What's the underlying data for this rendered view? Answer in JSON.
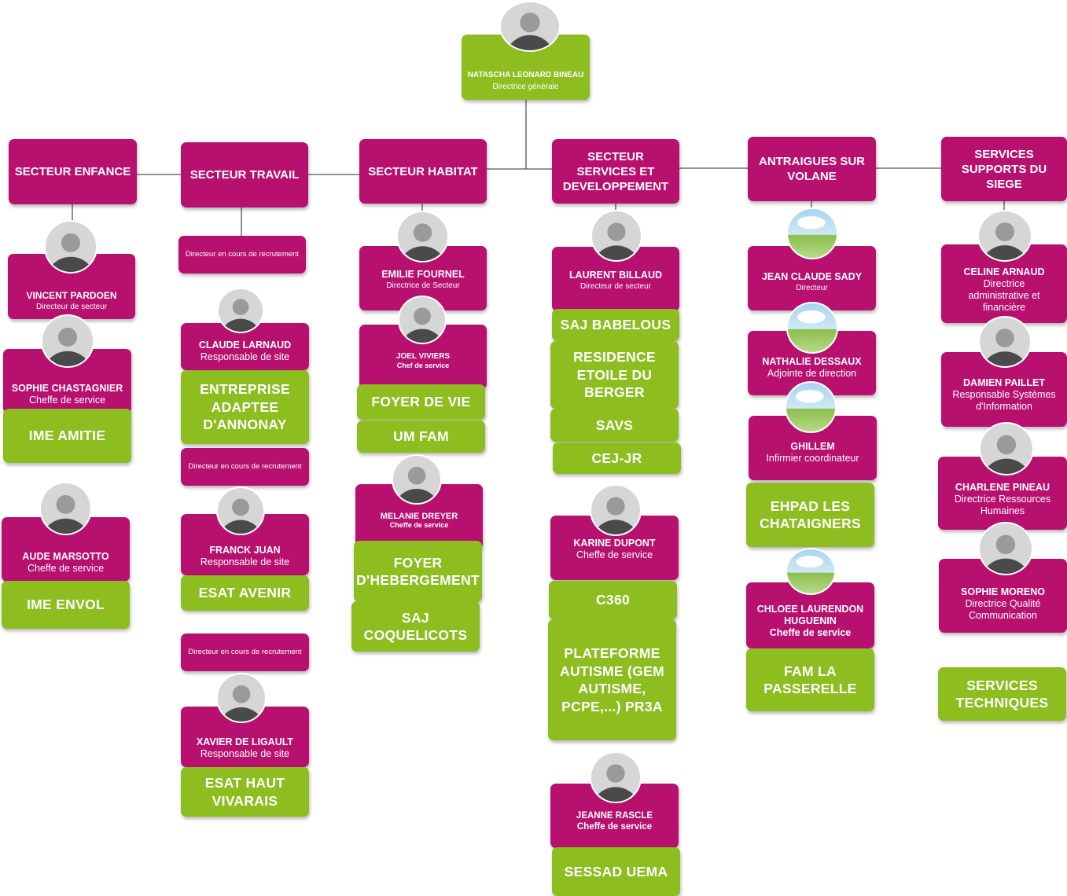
{
  "director": {
    "name": "NATASCHA LEONARD BINEAU",
    "role": "Directrice générale"
  },
  "sectors": {
    "enfance": "SECTEUR ENFANCE",
    "travail": "SECTEUR TRAVAIL",
    "habitat": "SECTEUR HABITAT",
    "services": "SECTEUR SERVICES ET DEVELOPPEMENT",
    "antraigues": "ANTRAIGUES SUR VOLANE",
    "supports": "SERVICES SUPPORTS DU SIEGE"
  },
  "enfance": {
    "p1": {
      "name": "VINCENT PARDOEN",
      "role": "Directeur de secteur"
    },
    "p2": {
      "name": "SOPHIE CHASTAGNIER",
      "role": "Cheffe de service"
    },
    "s1": "IME AMITIE",
    "p3": {
      "name": "AUDE MARSOTTO",
      "role": "Cheffe de service"
    },
    "s2": "IME ENVOL"
  },
  "travail": {
    "rec1": "Directeur en cours de recrutement",
    "p1": {
      "name": "CLAUDE LARNAUD",
      "role": "Responsable de site"
    },
    "s1": "ENTREPRISE ADAPTEE D'ANNONAY",
    "rec2": "Directeur en cours de recrutement",
    "p2": {
      "name": "FRANCK JUAN",
      "role": "Responsable de site"
    },
    "s2": "ESAT AVENIR",
    "rec3": "Directeur en cours de recrutement",
    "p3": {
      "name": "XAVIER DE LIGAULT",
      "role": "Responsable de site"
    },
    "s3": "ESAT HAUT VIVARAIS"
  },
  "habitat": {
    "p1": {
      "name": "EMILIE FOURNEL",
      "role": "Directrice de Secteur"
    },
    "p2": {
      "name": "JOEL VIVIERS",
      "role": "Chef de service"
    },
    "s1": "FOYER DE VIE",
    "s2": "UM FAM",
    "p3": {
      "name": "MELANIE DREYER",
      "role": "Cheffe de service"
    },
    "s3": "FOYER D'HEBERGEMENT",
    "s4": "SAJ COQUELICOTS"
  },
  "services": {
    "p1": {
      "name": "LAURENT BILLAUD",
      "role": "Directeur de secteur"
    },
    "s1": "SAJ BABELOUS",
    "s2": "RESIDENCE ETOILE DU BERGER",
    "s3": "SAVS",
    "s4": "CEJ-JR",
    "p2": {
      "name": "KARINE DUPONT",
      "role": "Cheffe de service"
    },
    "s5": "C360",
    "s6": "PLATEFORME AUTISME (GEM AUTISME, PCPE,...) PR3A",
    "p3": {
      "name": "JEANNE RASCLE",
      "role": "Cheffe de service"
    },
    "s7": "SESSAD UEMA"
  },
  "antraigues": {
    "p1": {
      "name": "JEAN CLAUDE SADY",
      "role": "Directeur"
    },
    "p2": {
      "name": "NATHALIE DESSAUX",
      "role": "Adjointe de direction"
    },
    "p3": {
      "name": "GHILLEM",
      "role": "Infirmier coordinateur"
    },
    "s1": "EHPAD LES CHATAIGNERS",
    "p4": {
      "name": "CHLOEE LAURENDON HUGUENIN",
      "role": "Cheffe de service"
    },
    "s2": "FAM LA PASSERELLE"
  },
  "supports": {
    "p1": {
      "name": "CELINE ARNAUD",
      "role": "Directrice administrative et financière"
    },
    "p2": {
      "name": "DAMIEN PAILLET",
      "role": "Responsable Systèmes d'Information"
    },
    "p3": {
      "name": "CHARLENE PINEAU",
      "role": "Directrice Ressources Humaines"
    },
    "p4": {
      "name": "SOPHIE MORENO",
      "role": "Directrice Qualité Communication"
    },
    "s1": "SERVICES TECHNIQUES"
  },
  "colors": {
    "magenta": "#b7106f",
    "green": "#8dbd1f",
    "connector": "#555555"
  }
}
